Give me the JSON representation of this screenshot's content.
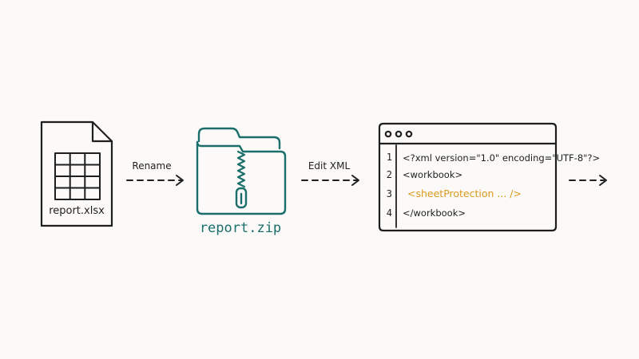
{
  "file": {
    "name": "report.xlsx"
  },
  "arrow1": {
    "label": "Rename"
  },
  "archive": {
    "name": "report.zip"
  },
  "arrow2": {
    "label": "Edit XML"
  },
  "editor": {
    "lines": [
      {
        "number": "1",
        "text": "<?xml version=\"1.0\" encoding=\"UTF-8\"?>"
      },
      {
        "number": "2",
        "text": "<workbook>"
      },
      {
        "number": "3",
        "text": "<sheetProtection ... />",
        "highlight": true
      },
      {
        "number": "4",
        "text": "</workbook>"
      }
    ]
  },
  "colors": {
    "ink": "#1f1f1f",
    "zip_accent": "#1a6e6b",
    "highlight": "#d99a1c",
    "background": "#fbfaf8"
  },
  "icons": [
    "spreadsheet-file-icon",
    "zip-folder-icon",
    "code-editor-window",
    "dashed-arrow-icon"
  ]
}
